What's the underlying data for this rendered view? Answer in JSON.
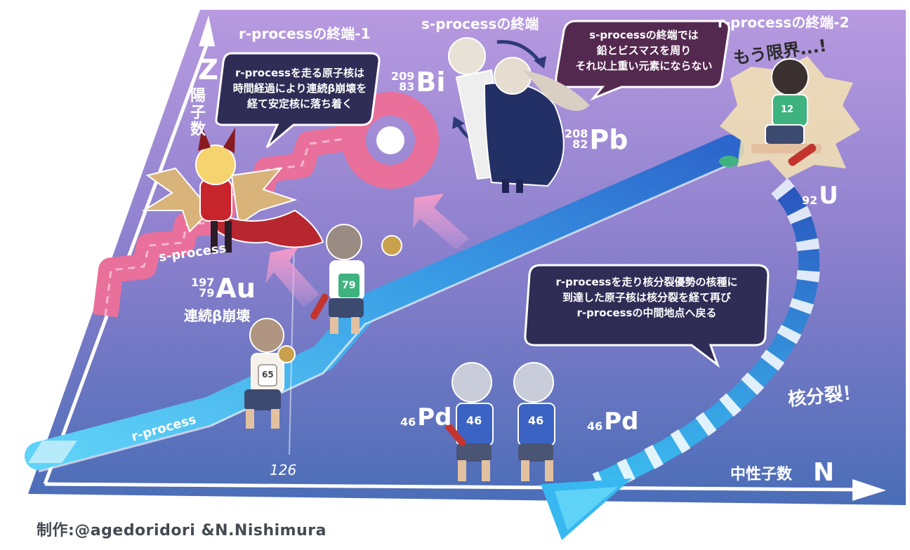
{
  "axes": {
    "z_letter": "Z",
    "z_label": "陽子数",
    "n_letter": "N",
    "n_label": "中性子数",
    "tick_126": "126"
  },
  "headers": {
    "r_end_1": "r-processの終端-1",
    "s_end": "s-processの終端",
    "r_end_2": "r-processの終端-2"
  },
  "notes": {
    "r_process_note": [
      "r-processを走る原子核は",
      "時間経過により連続β崩壊を",
      "経て安定核に落ち着く"
    ],
    "s_process_note": [
      "s-processの終端では",
      "鉛とビスマスを周り",
      "それ以上重い元素にならない"
    ],
    "fission_note": [
      "r-processを走り核分裂優勢の核種に",
      "到達した原子核は核分裂を経て再び",
      "r-processの中間地点へ戻る"
    ]
  },
  "exclamations": {
    "limit": "もう限界...!",
    "fission": "核分裂！"
  },
  "paths": {
    "r_process_label": "r-process",
    "s_process_label": "s-process",
    "beta_decay": "連続β崩壊"
  },
  "elements": {
    "bi": {
      "mass": "209",
      "z": "83",
      "symbol": "Bi"
    },
    "pb": {
      "mass": "208",
      "z": "82",
      "symbol": "Pb"
    },
    "au": {
      "mass": "197",
      "z": "79",
      "symbol": "Au"
    },
    "u": {
      "z": "92",
      "symbol": "U"
    },
    "pd_left": {
      "z": "46",
      "symbol": "Pd"
    },
    "pd_right": {
      "z": "46",
      "symbol": "Pd"
    }
  },
  "jerseys": {
    "runner_front": "65",
    "runner_mid": "79",
    "runner_top": "12",
    "twin_left": "46",
    "twin_right": "46"
  },
  "credit": "制作:@agedoridori &N.Nishimura",
  "colors": {
    "board_top": "#b292dd",
    "board_bottom": "#4c6fb8",
    "r_process": "#35b6ee",
    "s_process": "#e9709a",
    "fission": "#2f62c2",
    "bubble": "#2f2c55",
    "bubble_plum": "#54294f"
  }
}
